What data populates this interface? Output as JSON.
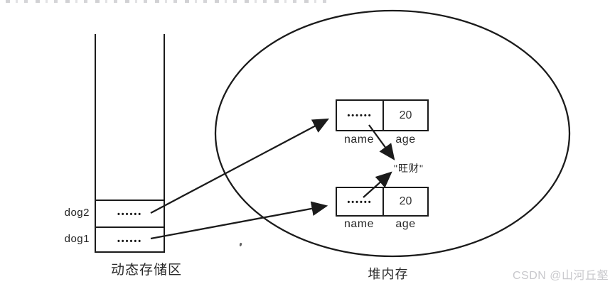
{
  "diagram": {
    "stack": {
      "caption": "动态存储区",
      "rows": [
        {
          "name": "dog2",
          "dots": "••••••"
        },
        {
          "name": "dog1",
          "dots": "••••••"
        }
      ]
    },
    "heap": {
      "caption": "堆内存",
      "objects": [
        {
          "name_label": "name",
          "name_dots": "••••••",
          "age_label": "age",
          "age_value": "20"
        },
        {
          "name_label": "name",
          "name_dots": "••••••",
          "age_label": "age",
          "age_value": "20"
        }
      ],
      "string_literal": "\"旺财\""
    },
    "references": [
      {
        "from": "stack.dog2",
        "to": "heap.object-upper"
      },
      {
        "from": "stack.dog1",
        "to": "heap.object-lower"
      },
      {
        "from": "heap.object-upper.name",
        "to": "string_literal"
      },
      {
        "from": "heap.object-lower.name",
        "to": "string_literal"
      }
    ],
    "watermark": "CSDN @山河丘壑",
    "colors": {
      "line": "#1b1b1b",
      "watermark": "#c8c8cc",
      "background": "#ffffff"
    }
  }
}
